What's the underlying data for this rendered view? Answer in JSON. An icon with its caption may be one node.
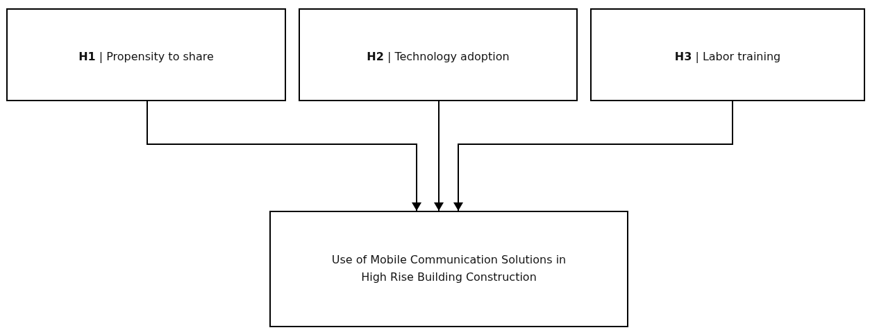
{
  "diagram": {
    "nodes": [
      {
        "text": [
          "**H1** | Propensity to share"
        ]
      },
      {
        "text": [
          "**H2** | Technology adoption"
        ]
      },
      {
        "text": [
          "**H3** | Labor training"
        ]
      },
      {
        "text": [
          "Use of Mobile Communication Solutions in High Rise Building Construction"
        ]
      }
    ],
    "edges": [
      {
        "from": 0,
        "to": 3,
        "arrow": "to"
      },
      {
        "from": 1,
        "to": 3,
        "arrow": "to"
      },
      {
        "from": 2,
        "to": 3,
        "arrow": "to"
      }
    ]
  }
}
